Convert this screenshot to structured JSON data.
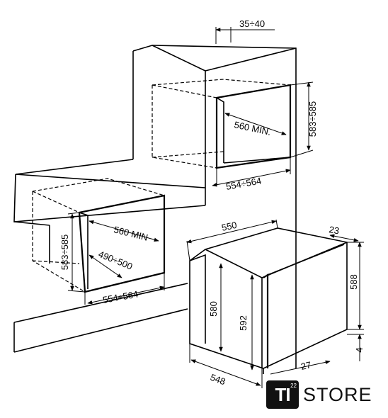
{
  "dimensions": {
    "top_gap": "35÷40",
    "column_height": "583÷585",
    "column_depth": "560 MIN.",
    "column_width": "554÷564",
    "under_depth": "560 MIN",
    "under_height": "583÷585",
    "under_inner_depth": "490÷500",
    "under_width": "554÷564",
    "oven_depth": "550",
    "oven_door": "23",
    "oven_front_height": "588",
    "oven_body_height": "580",
    "oven_inner_height": "592",
    "oven_foot": "4",
    "oven_width": "548",
    "oven_bottom_partial": "27"
  },
  "logo": {
    "mark": "TI",
    "superscript": "22",
    "name": "STORE"
  }
}
